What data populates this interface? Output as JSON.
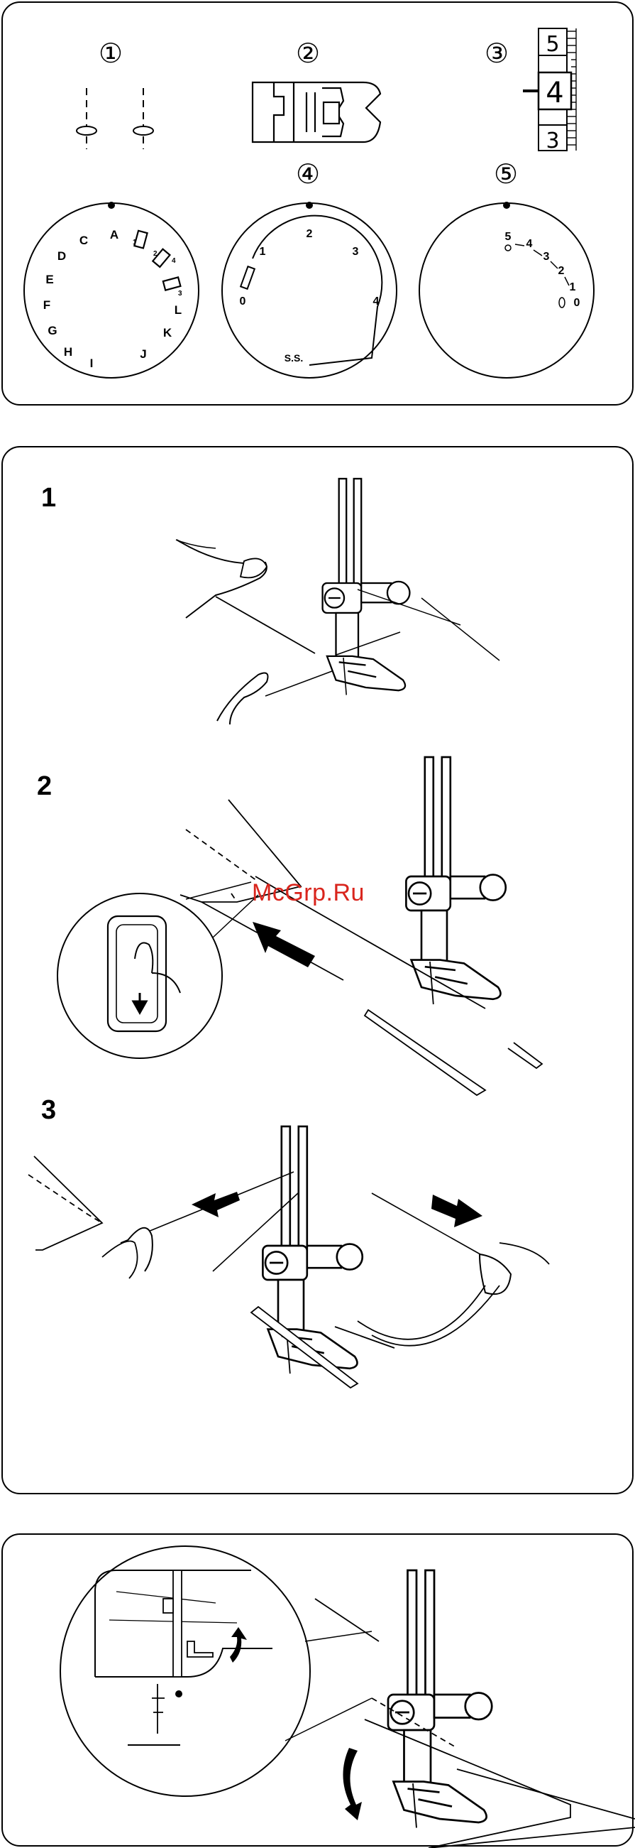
{
  "panel1": {
    "markers": [
      "①",
      "②",
      "③",
      "④",
      "⑤"
    ],
    "scale_numbers": [
      "5",
      "4",
      "3"
    ],
    "pattern_dial": {
      "letters": [
        "A",
        "C",
        "D",
        "E",
        "F",
        "G",
        "H",
        "I",
        "J",
        "K",
        "L"
      ],
      "small_marks": [
        "1",
        "2",
        "4",
        "3"
      ]
    },
    "width_dial": {
      "numbers": [
        "0",
        "1",
        "2",
        "3",
        "4"
      ],
      "ss_label": "S.S."
    },
    "length_dial": {
      "numbers": [
        "5",
        "4",
        "3",
        "2",
        "1",
        "0"
      ]
    }
  },
  "panel2": {
    "steps": [
      "1",
      "2",
      "3"
    ]
  },
  "watermark": "McGrp.Ru"
}
